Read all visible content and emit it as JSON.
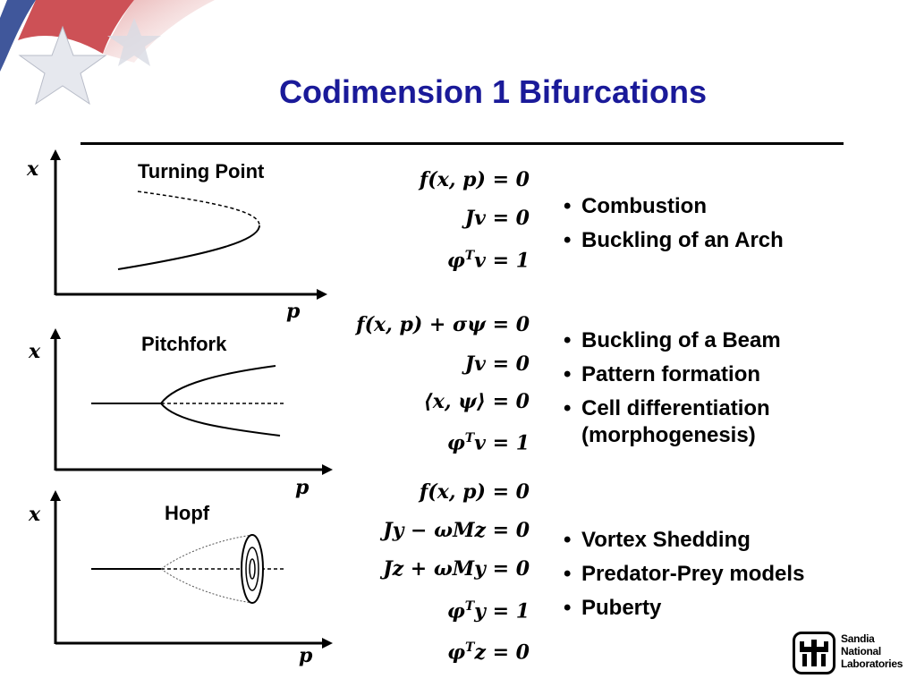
{
  "slide": {
    "title": "Codimension 1 Bifurcations"
  },
  "diagrams": [
    {
      "title": "Turning Point",
      "x_axis_label": "p",
      "y_axis_label": "x",
      "equations": [
        "f(x, p) = 0",
        "Jv = 0",
        "φTv = 1"
      ],
      "bullets": [
        "Combustion",
        "Buckling of an Arch"
      ]
    },
    {
      "title": "Pitchfork",
      "x_axis_label": "p",
      "y_axis_label": "x",
      "equations": [
        "f(x, p) + σψ = 0",
        "Jv = 0",
        "⟨x, ψ⟩ = 0",
        "φTv = 1"
      ],
      "bullets": [
        "Buckling of a Beam",
        "Pattern formation",
        "Cell differentiation (morphogenesis)"
      ]
    },
    {
      "title": "Hopf",
      "x_axis_label": "p",
      "y_axis_label": "x",
      "equations": [
        "f(x, p) = 0",
        "Jy − ωMz = 0",
        "Jz + ωMy = 0",
        "φTy = 1",
        "φTz = 0"
      ],
      "bullets": [
        "Vortex Shedding",
        "Predator-Prey models",
        "Puberty"
      ]
    }
  ],
  "logo": {
    "line1": "Sandia",
    "line2": "National",
    "line3": "Laboratories"
  },
  "colors": {
    "title": "#1a1a99",
    "flag_red": "#c0262c",
    "flag_blue": "#1e3a8a"
  }
}
